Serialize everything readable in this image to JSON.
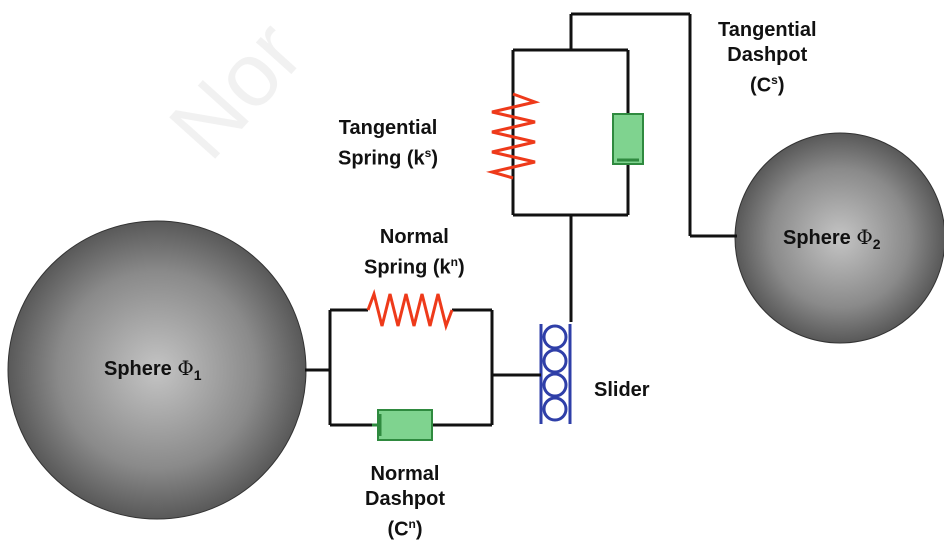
{
  "colors": {
    "spring": "#ee3a1a",
    "dashpot_fill": "#7fd38f",
    "dashpot_stroke": "#2f8a3f",
    "slider": "#2f3fa8",
    "wire": "#111111",
    "sphere_light": "#b9b9b9",
    "sphere_dark": "#4a4a4a"
  },
  "watermark": "Nor",
  "sphere1": {
    "label": "Sphere ",
    "symbol": "Φ",
    "index": "1"
  },
  "sphere2": {
    "label": "Sphere ",
    "symbol": "Φ",
    "index": "2"
  },
  "tangential_dashpot": {
    "line1": "Tangential",
    "line2": "Dashpot",
    "line3_pre": "(C",
    "line3_sup": "s",
    "line3_post": ")"
  },
  "tangential_spring": {
    "line1": "Tangential",
    "line2_pre": "Spring (k",
    "line2_sup": "s",
    "line2_post": ")"
  },
  "normal_spring": {
    "line1": "Normal",
    "line2_pre": "Spring (k",
    "line2_sup": "n",
    "line2_post": ")"
  },
  "normal_dashpot": {
    "line1": "Normal",
    "line2": "Dashpot",
    "line3_pre": "(C",
    "line3_sup": "n",
    "line3_post": ")"
  },
  "slider": {
    "label": "Slider"
  },
  "icons": [
    "sphere-icon",
    "spring-icon",
    "dashpot-icon",
    "slider-icon"
  ]
}
